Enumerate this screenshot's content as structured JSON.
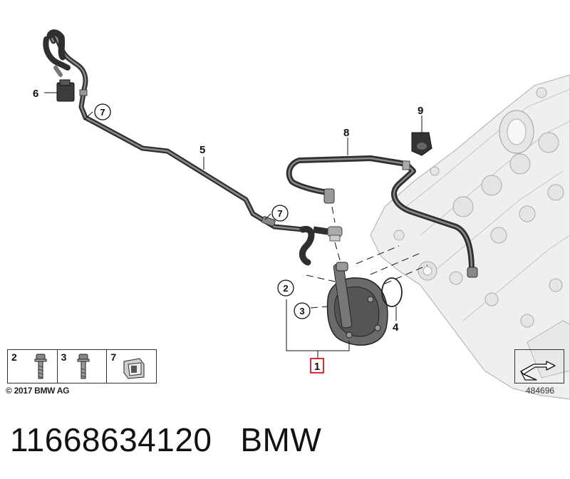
{
  "diagram": {
    "callouts": {
      "c1": "1",
      "c2": "2",
      "c3": "3",
      "c4": "4",
      "c5": "5",
      "c6": "6",
      "c7a": "7",
      "c7b": "7",
      "c8": "8",
      "c9": "9"
    },
    "colors": {
      "hose": "#4b4b4b",
      "hose_dark": "#2e2e2e",
      "engine_fill": "#eeeeee",
      "engine_stroke": "#b5b5b5",
      "highlight_box": "#e0141e"
    }
  },
  "legend": {
    "items": [
      {
        "num": "2",
        "icon": "bolt-icon"
      },
      {
        "num": "3",
        "icon": "bolt-icon"
      },
      {
        "num": "7",
        "icon": "clip-icon"
      }
    ]
  },
  "footer": {
    "copyright": "© 2017 BMW AG",
    "doc_number": "484696"
  },
  "caption": {
    "part_number": "11668634120",
    "brand": "BMW"
  }
}
